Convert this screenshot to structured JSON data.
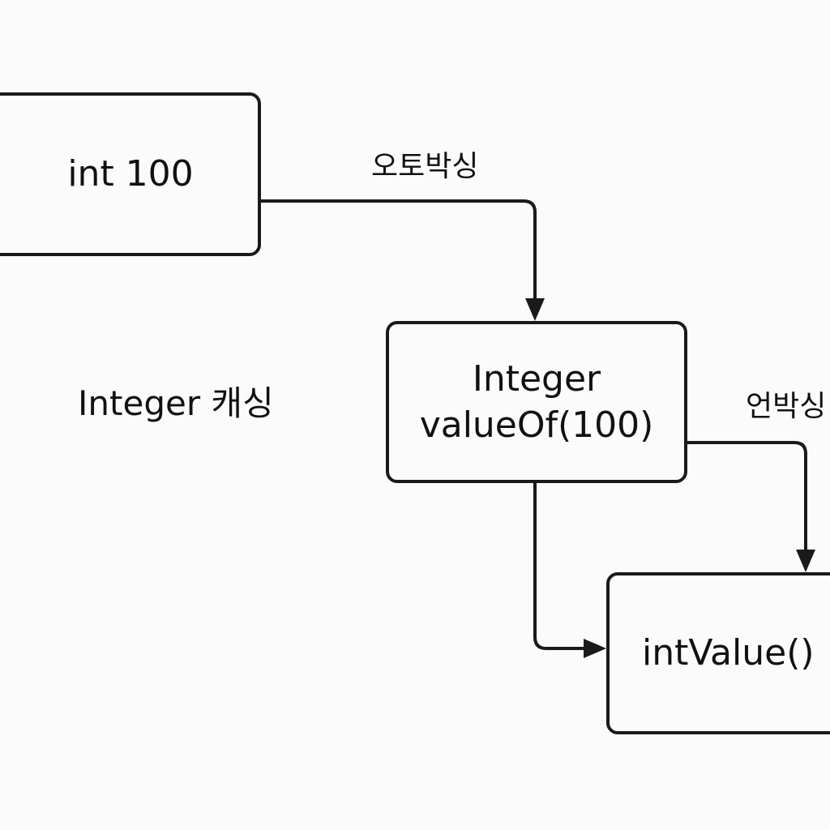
{
  "diagram": {
    "nodes": {
      "primitive": {
        "label": "int 100"
      },
      "boxed": {
        "line1": "Integer",
        "line2": "valueOf(100)"
      },
      "unboxed": {
        "label": "intValue()"
      }
    },
    "edges": {
      "autoboxing": {
        "label": "오토박싱",
        "from": "primitive",
        "to": "boxed"
      },
      "unboxing": {
        "label": "언박싱",
        "from": "boxed",
        "to": "unboxed"
      },
      "direct": {
        "from": "boxed",
        "to": "unboxed"
      }
    },
    "annotation": {
      "label": "Integer 캐싱"
    }
  },
  "colors": {
    "stroke": "#1a1a1a",
    "background": "#fbfbfb",
    "text": "#111111"
  }
}
